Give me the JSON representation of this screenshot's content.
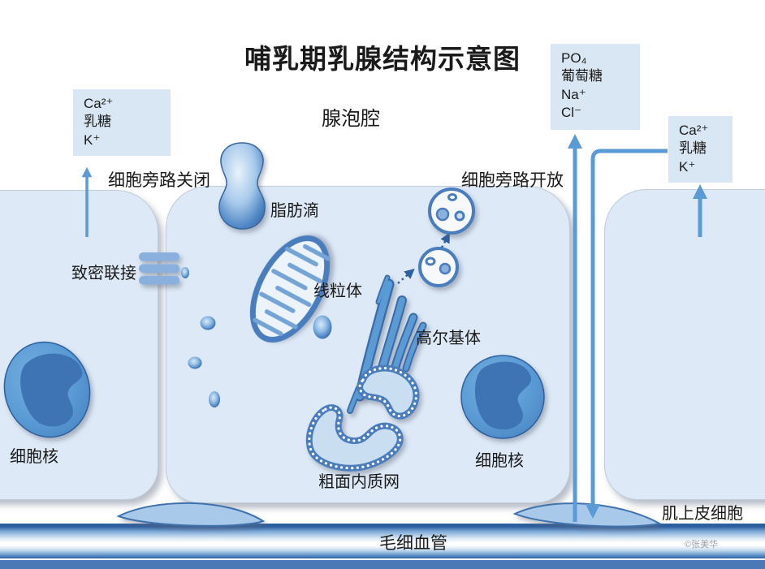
{
  "title": "哺乳期乳腺结构示意图",
  "labels": {
    "lumen": "腺泡腔",
    "paracellular_closed": "细胞旁路关闭",
    "paracellular_open": "细胞旁路开放",
    "fat_droplet": "脂肪滴",
    "mitochondrion": "线粒体",
    "golgi": "高尔基体",
    "tight_junction": "致密联接",
    "nucleus_left": "细胞核",
    "nucleus_right": "细胞核",
    "rough_er": "粗面内质网",
    "capillary": "毛细血管",
    "myoepithelial_cell": "肌上皮细胞",
    "watermark": "©张美华"
  },
  "substance_boxes": {
    "top_left": {
      "lines": [
        "Ca²⁺",
        "乳糖",
        "K⁺"
      ]
    },
    "top_right": {
      "lines": [
        "PO₄",
        "葡萄糖",
        "Na⁺",
        "Cl⁻"
      ]
    },
    "right": {
      "lines": [
        "Ca²⁺",
        "乳糖",
        "K⁺"
      ]
    }
  },
  "colors": {
    "cell_fill": "#dde9f6",
    "box_fill": "#d9e6f3",
    "arrow_blue": "#5b9bd5",
    "organelle_outline": "#3f72ad",
    "capillary_edge": "#2d5f9e",
    "bottom_bar": "#4a79b8"
  }
}
